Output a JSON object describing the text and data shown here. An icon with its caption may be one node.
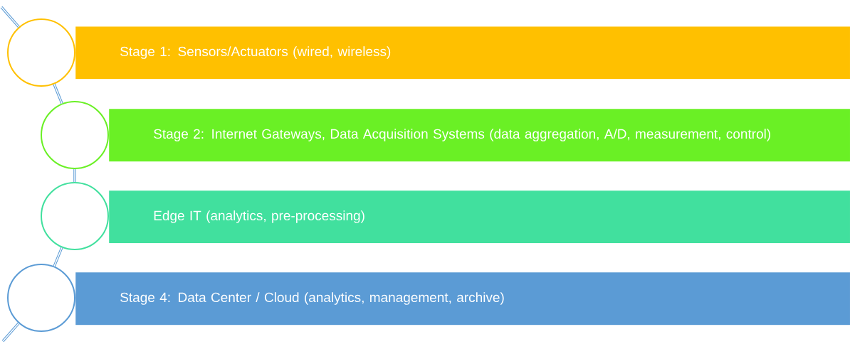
{
  "diagram": {
    "nodes": [
      {
        "text": [
          "Stage 1: Sensors/Actuators (wired, wireless)"
        ]
      },
      {
        "text": [],
        "shape": "circle"
      },
      {
        "text": [
          "Stage 2: Internet Gateways, Data Acquisition Systems (data aggregation, A/D, measurement, control)"
        ]
      },
      {
        "text": [],
        "shape": "circle"
      },
      {
        "text": [
          "Edge IT (analytics, pre-processing)"
        ]
      },
      {
        "text": [],
        "shape": "circle"
      },
      {
        "text": [
          "Stage 4: Data Center / Cloud (analytics, management, archive)"
        ]
      },
      {
        "text": [],
        "shape": "circle"
      }
    ],
    "edges": [
      {
        "from": null,
        "to": 1,
        "arrow": "none"
      },
      {
        "from": 1,
        "to": 3,
        "arrow": "none"
      },
      {
        "from": 3,
        "to": 5,
        "arrow": "none"
      },
      {
        "from": 5,
        "to": 7,
        "arrow": "none"
      },
      {
        "from": 7,
        "to": null,
        "arrow": "none"
      }
    ]
  }
}
